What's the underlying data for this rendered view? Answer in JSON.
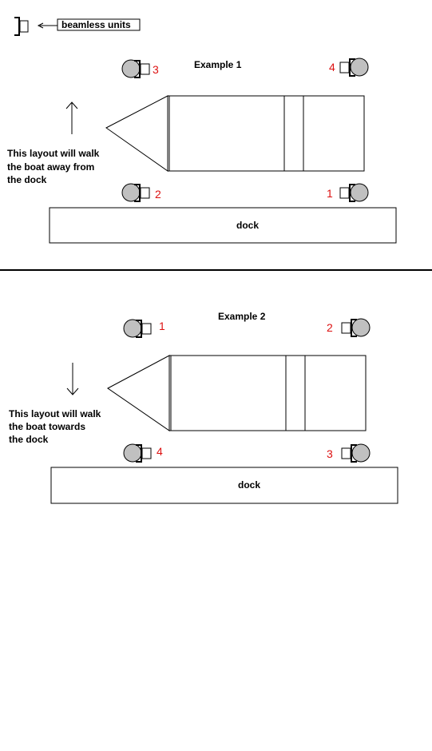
{
  "legend": {
    "label": "beamless units"
  },
  "examples": [
    {
      "title": "Example 1",
      "description_lines": [
        "This layout will walk",
        "the boat away from",
        "the dock"
      ],
      "arrow_direction": "up",
      "dock_label": "dock",
      "units": {
        "top_left": "3",
        "top_right": "4",
        "bottom_left": "2",
        "bottom_right": "1"
      }
    },
    {
      "title": "Example 2",
      "description_lines": [
        "This layout will walk",
        "the boat towards",
        "the dock"
      ],
      "arrow_direction": "down",
      "dock_label": "dock",
      "units": {
        "top_left": "1",
        "top_right": "2",
        "bottom_left": "4",
        "bottom_right": "3"
      }
    }
  ],
  "colors": {
    "unit_number": "#dd1111",
    "unit_body": "#c0c0c0"
  }
}
